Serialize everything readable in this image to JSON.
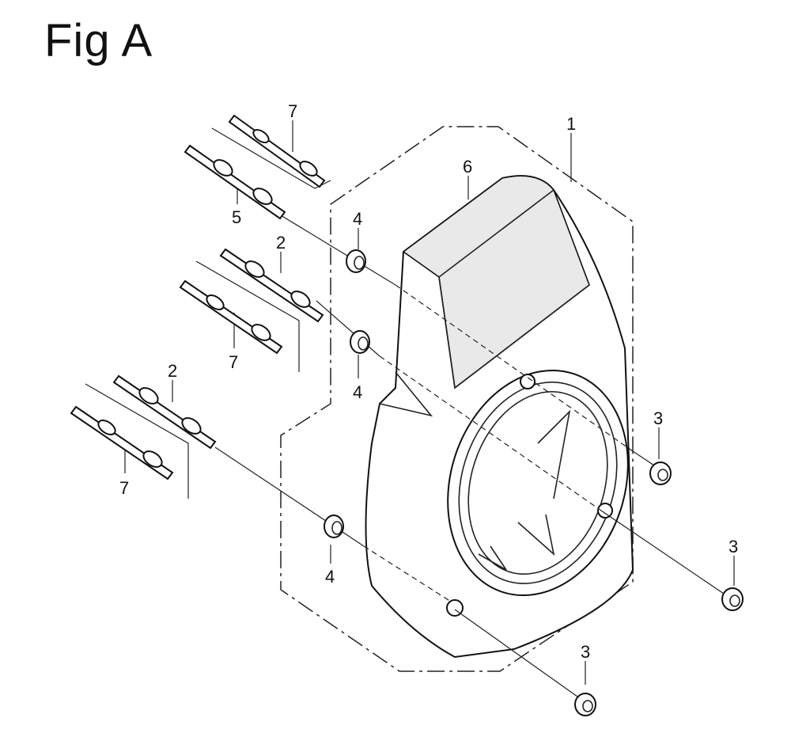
{
  "figure": {
    "title": "Fig A"
  },
  "callouts": [
    "1",
    "6",
    "7",
    "5",
    "4",
    "2",
    "7",
    "4",
    "2",
    "7",
    "3",
    "3",
    "4",
    "3"
  ],
  "parts": {
    "shroud": "fan-shroud-icon",
    "bolt": "stud-bolt-icon",
    "grommet": "grommet-icon",
    "nut": "flange-nut-icon"
  }
}
